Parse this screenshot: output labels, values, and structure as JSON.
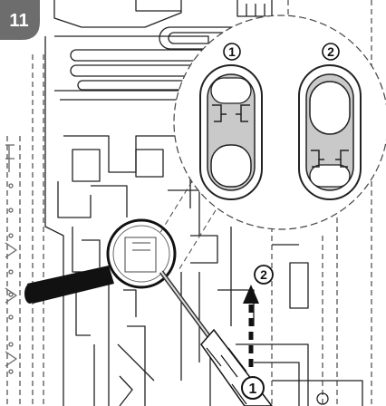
{
  "step": {
    "number": "11",
    "badge_color": "#6d6d6d"
  },
  "detail": {
    "states": [
      {
        "label": "①",
        "marker_position": "top"
      },
      {
        "label": "②",
        "marker_position": "bottom"
      }
    ]
  },
  "callouts": [
    {
      "label": "②",
      "meaning": "push-up-arrow"
    },
    {
      "label": "①",
      "meaning": "screwdriver-position"
    }
  ],
  "colors": {
    "line": "#222222",
    "shade": "#c9c9c9",
    "tool": "#111111"
  }
}
